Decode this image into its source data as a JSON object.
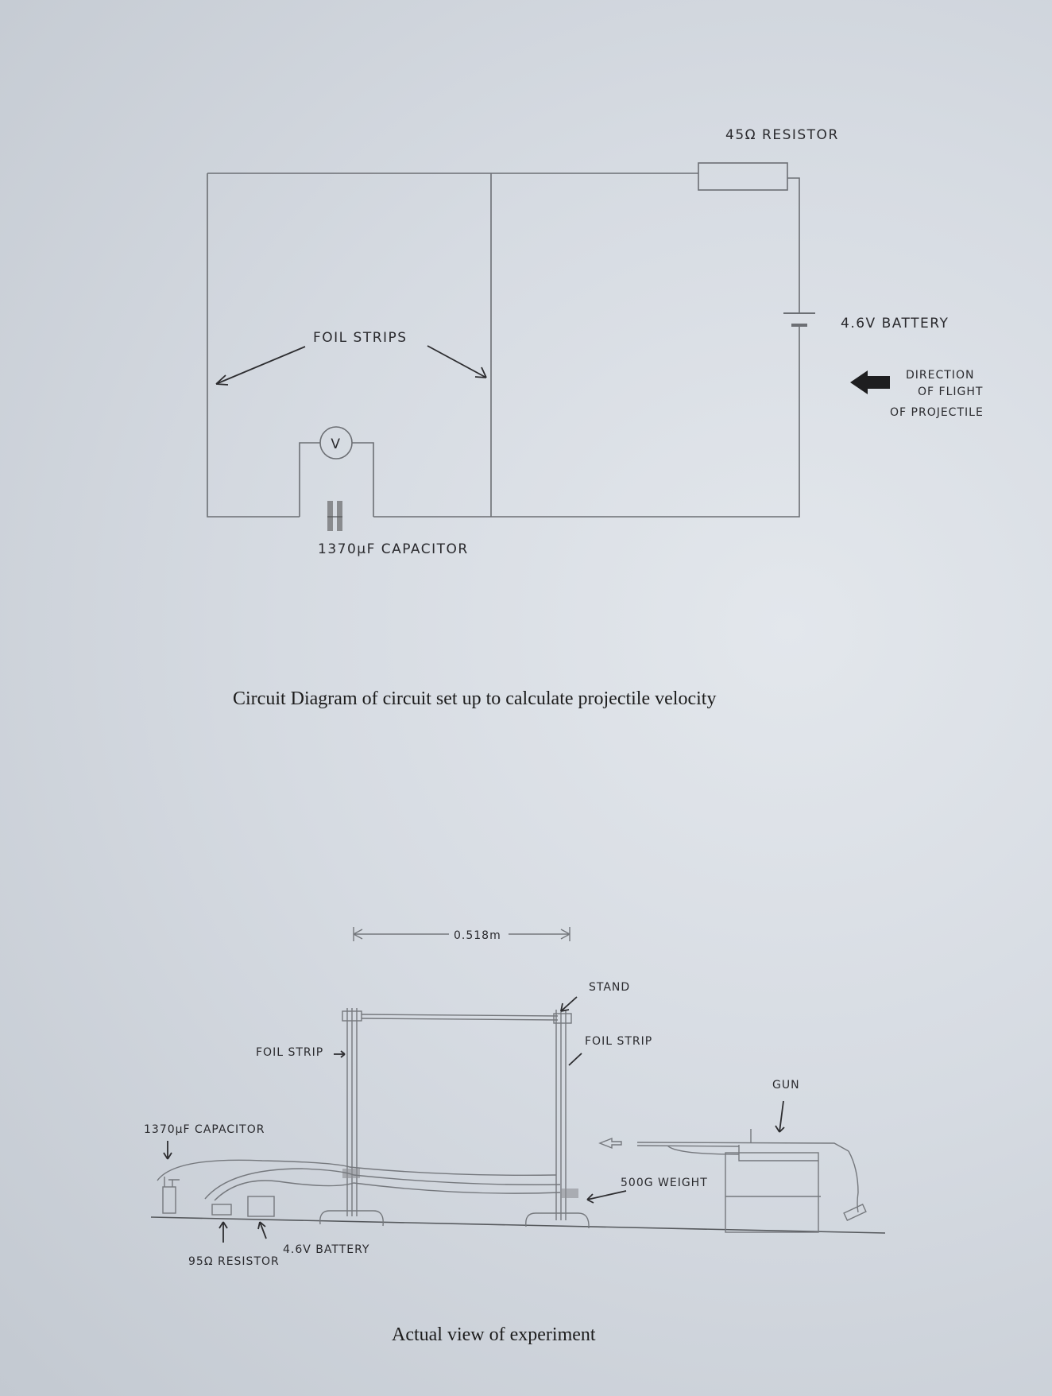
{
  "circuit_diagram": {
    "labels": {
      "resistor": "45Ω RESISTOR",
      "battery": "4.6V BATTERY",
      "direction_line1": "DIRECTION",
      "direction_line2": "OF FLIGHT",
      "direction_line3": "OF PROJECTILE",
      "foil_strips": "FOIL STRIPS",
      "voltmeter": "V",
      "capacitor": "1370μF CAPACITOR"
    },
    "caption": "Circuit Diagram of circuit set up to calculate projectile velocity"
  },
  "experiment_view": {
    "labels": {
      "distance": "0.518m",
      "stand": "STAND",
      "foil_strip_left": "FOIL STRIP",
      "foil_strip_right": "FOIL STRIP",
      "gun": "GUN",
      "weight": "500G WEIGHT",
      "capacitor": "1370μF CAPACITOR",
      "battery": "4.6V BATTERY",
      "resistor": "95Ω RESISTOR"
    },
    "caption": "Actual view of experiment"
  }
}
